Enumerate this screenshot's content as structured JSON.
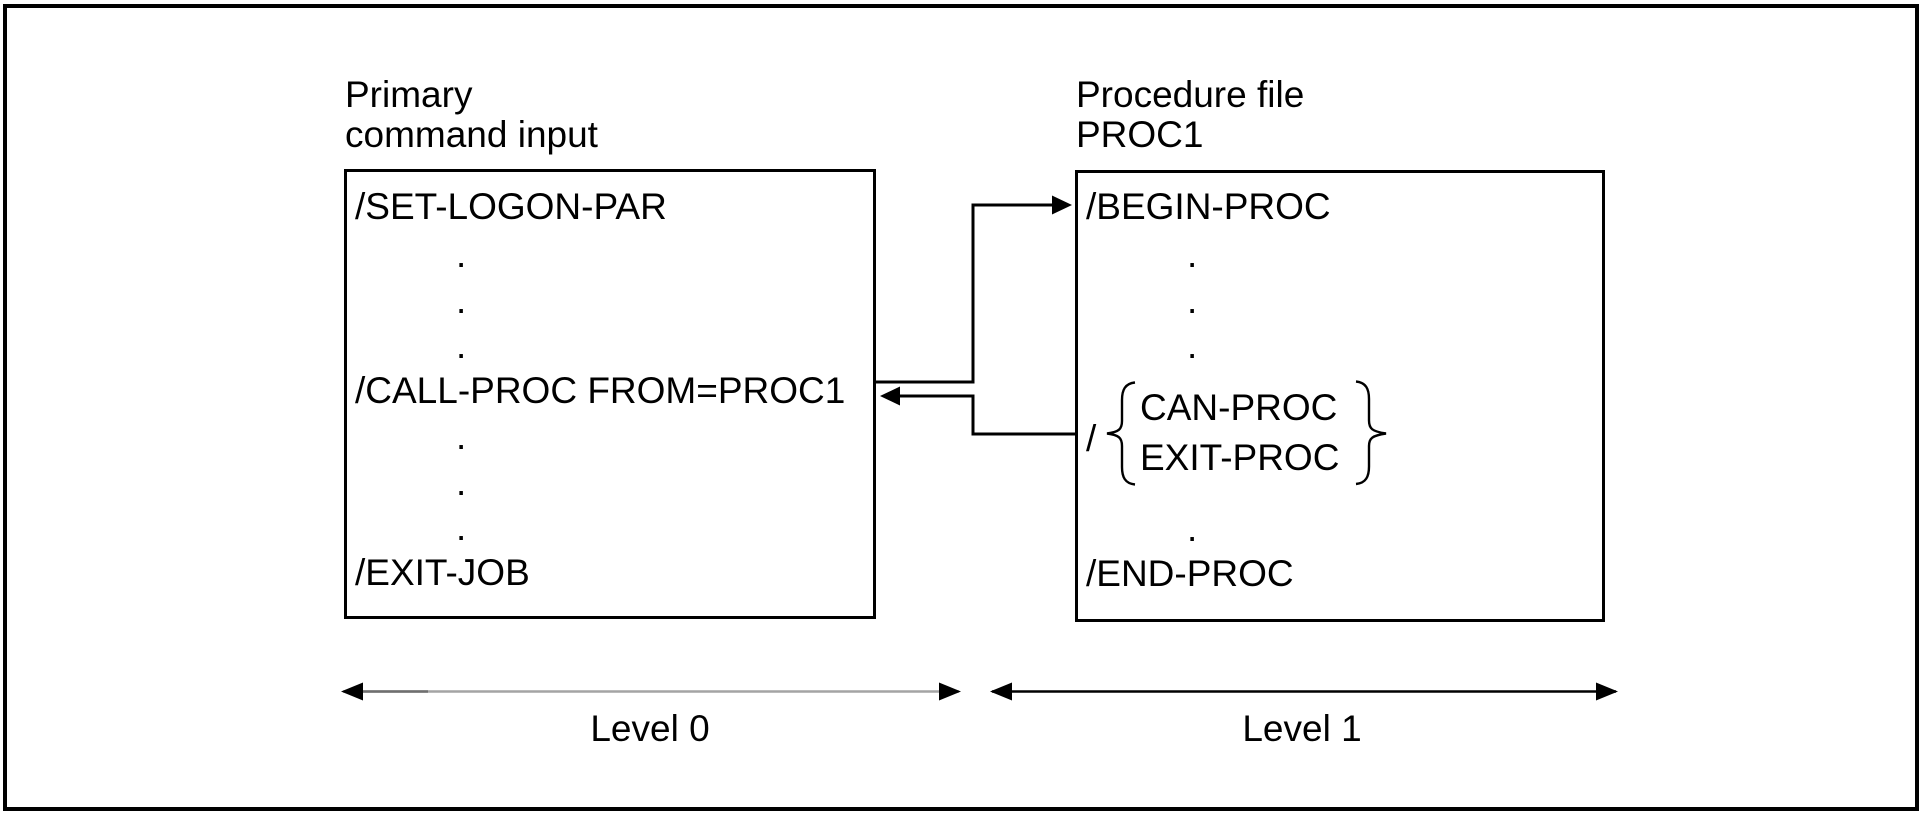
{
  "figure": {
    "description": "Procedure call flow between primary command input (Level 0) and procedure file PROC1 (Level 1)",
    "colors": {
      "ink": "#000000",
      "background": "#ffffff",
      "level0_shaft": "#a4a4a4",
      "level0_shaft_dark": "#6f6f6f"
    }
  },
  "left_panel": {
    "title_line1": "Primary",
    "title_line2": "command input",
    "box": {
      "line1": "/SET-LOGON-PAR",
      "line2": "/CALL-PROC FROM=PROC1",
      "line3": "/EXIT-JOB"
    },
    "level_label": "Level 0"
  },
  "right_panel": {
    "title_line1": "Procedure file",
    "title_line2": "PROC1",
    "box": {
      "line1": "/BEGIN-PROC",
      "slash": "/",
      "choice1": "CAN-PROC",
      "choice2": "EXIT-PROC",
      "brace_left": "{",
      "brace_right": "}",
      "line3": "/END-PROC"
    },
    "level_label": "Level 1"
  },
  "shared": {
    "dot": "."
  }
}
